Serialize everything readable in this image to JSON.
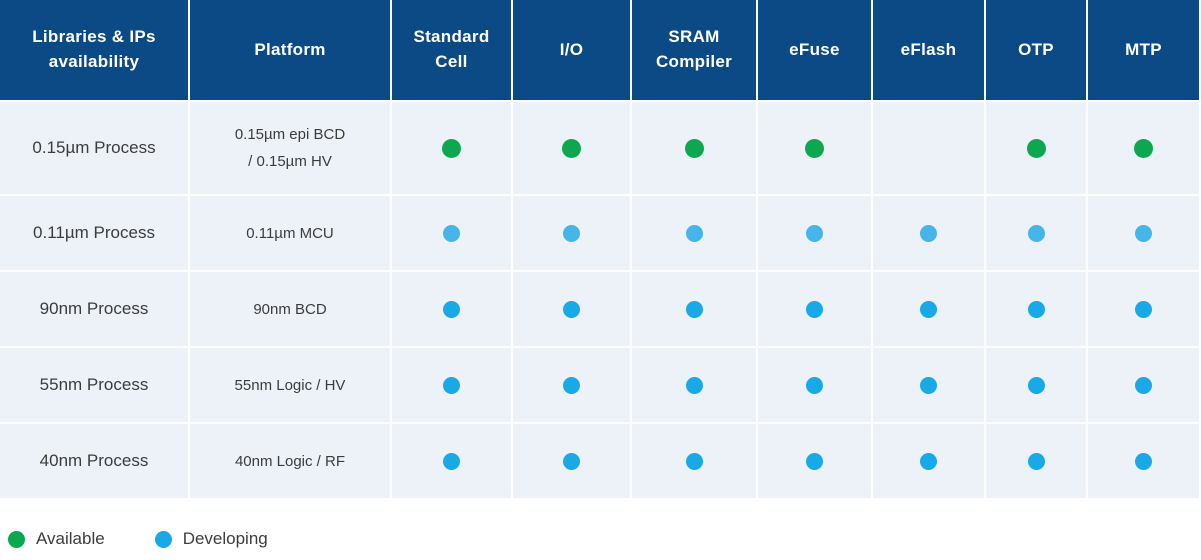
{
  "colors": {
    "header_bg": "#0B4A84",
    "row_bg": "#EDF2F9",
    "header_text": "#FFFFFF",
    "body_text": "#3C3C3C"
  },
  "statuses": {
    "available": {
      "label": "Available",
      "color": "#0DA750"
    },
    "developing": {
      "label": "Developing",
      "color": "#18A9E6"
    }
  },
  "table": {
    "columns": [
      {
        "label": "Libraries  & IPs\navailability"
      },
      {
        "label": "Platform"
      },
      {
        "label": "Standard\nCell"
      },
      {
        "label": "I/O"
      },
      {
        "label": "SRAM\nCompiler"
      },
      {
        "label": "eFuse"
      },
      {
        "label": "eFlash"
      },
      {
        "label": "OTP"
      },
      {
        "label": "MTP"
      }
    ],
    "rows": [
      {
        "process": "0.15µm Process",
        "platform": "0.15µm epi BCD\n/ 0.15µm HV",
        "cells": [
          "available",
          "available",
          "available",
          "available",
          "none",
          "available",
          "available"
        ]
      },
      {
        "process": "0.11µm Process",
        "platform": "0.11µm MCU",
        "dot_color": "#45B5EA",
        "cells": [
          "developing",
          "developing",
          "developing",
          "developing",
          "developing",
          "developing",
          "developing"
        ]
      },
      {
        "process": "90nm Process",
        "platform": "90nm BCD",
        "cells": [
          "developing",
          "developing",
          "developing",
          "developing",
          "developing",
          "developing",
          "developing"
        ]
      },
      {
        "process": "55nm Process",
        "platform": "55nm Logic / HV",
        "cells": [
          "developing",
          "developing",
          "developing",
          "developing",
          "developing",
          "developing",
          "developing"
        ]
      },
      {
        "process": "40nm Process",
        "platform": "40nm Logic / RF",
        "cells": [
          "developing",
          "developing",
          "developing",
          "developing",
          "developing",
          "developing",
          "developing"
        ]
      }
    ]
  },
  "chart_data": {
    "type": "table",
    "title": "Libraries & IPs availability",
    "columns": [
      "Libraries & IPs availability",
      "Platform",
      "Standard Cell",
      "I/O",
      "SRAM Compiler",
      "eFuse",
      "eFlash",
      "OTP",
      "MTP"
    ],
    "rows": [
      [
        "0.15µm Process",
        "0.15µm epi BCD / 0.15µm HV",
        "Available",
        "Available",
        "Available",
        "Available",
        "",
        "Available",
        "Available"
      ],
      [
        "0.11µm Process",
        "0.11µm MCU",
        "Developing",
        "Developing",
        "Developing",
        "Developing",
        "Developing",
        "Developing",
        "Developing"
      ],
      [
        "90nm Process",
        "90nm BCD",
        "Developing",
        "Developing",
        "Developing",
        "Developing",
        "Developing",
        "Developing",
        "Developing"
      ],
      [
        "55nm Process",
        "55nm Logic / HV",
        "Developing",
        "Developing",
        "Developing",
        "Developing",
        "Developing",
        "Developing",
        "Developing"
      ],
      [
        "40nm Process",
        "40nm Logic / RF",
        "Developing",
        "Developing",
        "Developing",
        "Developing",
        "Developing",
        "Developing",
        "Developing"
      ]
    ],
    "legend": [
      {
        "label": "Available",
        "color": "#0DA750"
      },
      {
        "label": "Developing",
        "color": "#18A9E6"
      }
    ],
    "legend_position": "bottom-left"
  }
}
